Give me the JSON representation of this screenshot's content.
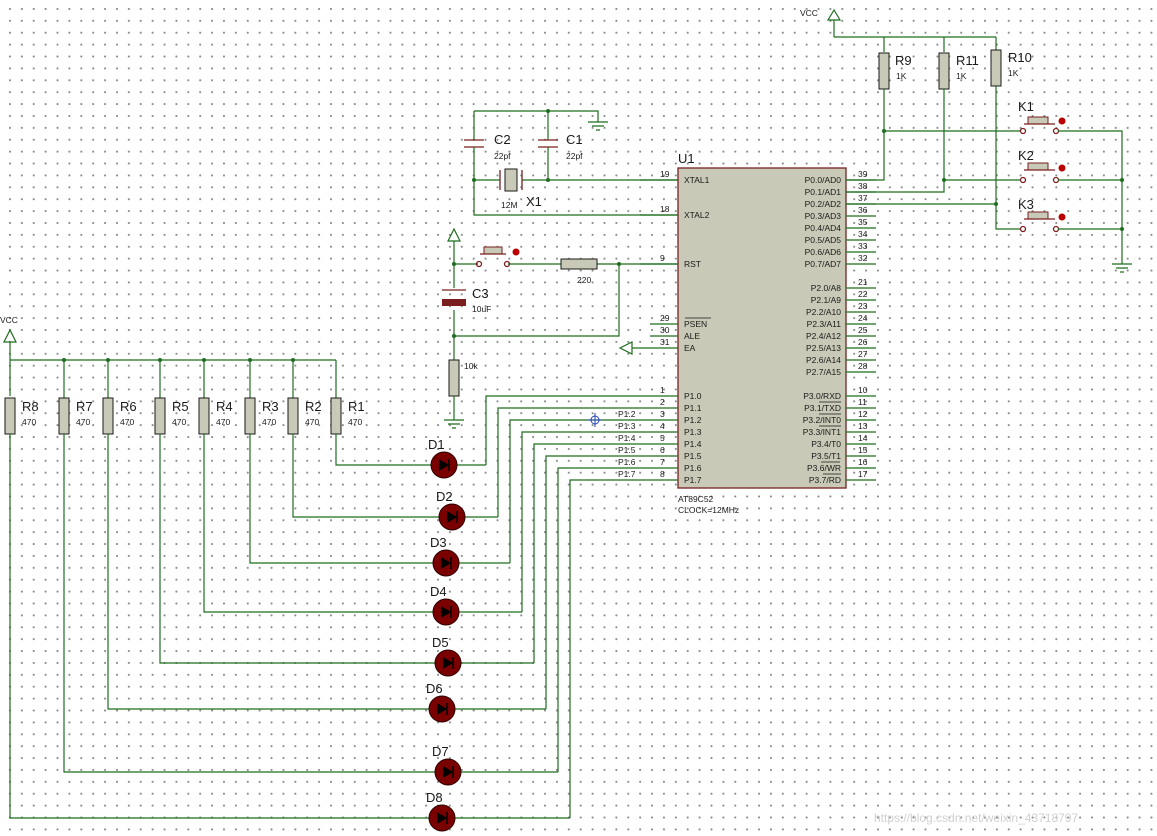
{
  "power": {
    "vcc_top": "VCC",
    "vcc_left": "VCC"
  },
  "mcu": {
    "ref": "U1",
    "part": "AT89C52",
    "clock": "CLOCK=12MHz",
    "left_pins": [
      {
        "num": "19",
        "name": "XTAL1"
      },
      {
        "num": "18",
        "name": "XTAL2"
      },
      {
        "num": "9",
        "name": "RST"
      },
      {
        "num": "29",
        "name": "PSEN"
      },
      {
        "num": "30",
        "name": "ALE"
      },
      {
        "num": "31",
        "name": "EA"
      },
      {
        "num": "1",
        "name": "P1.0"
      },
      {
        "num": "2",
        "name": "P1.1"
      },
      {
        "num": "3",
        "name": "P1.2"
      },
      {
        "num": "4",
        "name": "P1.3"
      },
      {
        "num": "5",
        "name": "P1.4"
      },
      {
        "num": "6",
        "name": "P1.5"
      },
      {
        "num": "7",
        "name": "P1.6"
      },
      {
        "num": "8",
        "name": "P1.7"
      }
    ],
    "right_pins": [
      {
        "num": "39",
        "name": "P0.0/AD0"
      },
      {
        "num": "38",
        "name": "P0.1/AD1"
      },
      {
        "num": "37",
        "name": "P0.2/AD2"
      },
      {
        "num": "36",
        "name": "P0.3/AD3"
      },
      {
        "num": "35",
        "name": "P0.4/AD4"
      },
      {
        "num": "34",
        "name": "P0.5/AD5"
      },
      {
        "num": "33",
        "name": "P0.6/AD6"
      },
      {
        "num": "32",
        "name": "P0.7/AD7"
      },
      {
        "num": "21",
        "name": "P2.0/A8"
      },
      {
        "num": "22",
        "name": "P2.1/A9"
      },
      {
        "num": "23",
        "name": "P2.2/A10"
      },
      {
        "num": "24",
        "name": "P2.3/A11"
      },
      {
        "num": "25",
        "name": "P2.4/A12"
      },
      {
        "num": "26",
        "name": "P2.5/A13"
      },
      {
        "num": "27",
        "name": "P2.6/A14"
      },
      {
        "num": "28",
        "name": "P2.7/A15"
      },
      {
        "num": "10",
        "name": "P3.0/RXD"
      },
      {
        "num": "11",
        "name": "P3.1/TXD"
      },
      {
        "num": "12",
        "name": "P3.2/INT0"
      },
      {
        "num": "13",
        "name": "P3.3/INT1"
      },
      {
        "num": "14",
        "name": "P3.4/T0"
      },
      {
        "num": "15",
        "name": "P3.5/T1"
      },
      {
        "num": "16",
        "name": "P3.6/WR"
      },
      {
        "num": "17",
        "name": "P3.7/RD"
      }
    ]
  },
  "net_labels": [
    "P1.2",
    "P1.3",
    "P1.4",
    "P1.5",
    "P1.6",
    "P1.7"
  ],
  "crystal": {
    "ref": "X1",
    "value": "12M"
  },
  "caps": [
    {
      "ref": "C2",
      "value": "22pf"
    },
    {
      "ref": "C1",
      "value": "22pf"
    },
    {
      "ref": "C3",
      "value": "10uF"
    }
  ],
  "reset_resistors": {
    "series": "220",
    "pulldown": "10k"
  },
  "pullups": [
    {
      "ref": "R9",
      "value": "1K"
    },
    {
      "ref": "R11",
      "value": "1K"
    },
    {
      "ref": "R10",
      "value": "1K"
    }
  ],
  "keys": [
    "K1",
    "K2",
    "K3"
  ],
  "led_resistors": [
    {
      "ref": "R8",
      "value": "470"
    },
    {
      "ref": "R7",
      "value": "470"
    },
    {
      "ref": "R6",
      "value": "470"
    },
    {
      "ref": "R5",
      "value": "470"
    },
    {
      "ref": "R4",
      "value": "470"
    },
    {
      "ref": "R3",
      "value": "470"
    },
    {
      "ref": "R2",
      "value": "470"
    },
    {
      "ref": "R1",
      "value": "470"
    }
  ],
  "leds": [
    "D1",
    "D2",
    "D3",
    "D4",
    "D5",
    "D6",
    "D7",
    "D8"
  ],
  "watermark": "https://blog.csdn.net/weixin_43718797",
  "colors": {
    "wire": "#1f6e1f",
    "body": "#c8c9b6",
    "outline": "#7a1f1f",
    "led": "#7a0000"
  }
}
